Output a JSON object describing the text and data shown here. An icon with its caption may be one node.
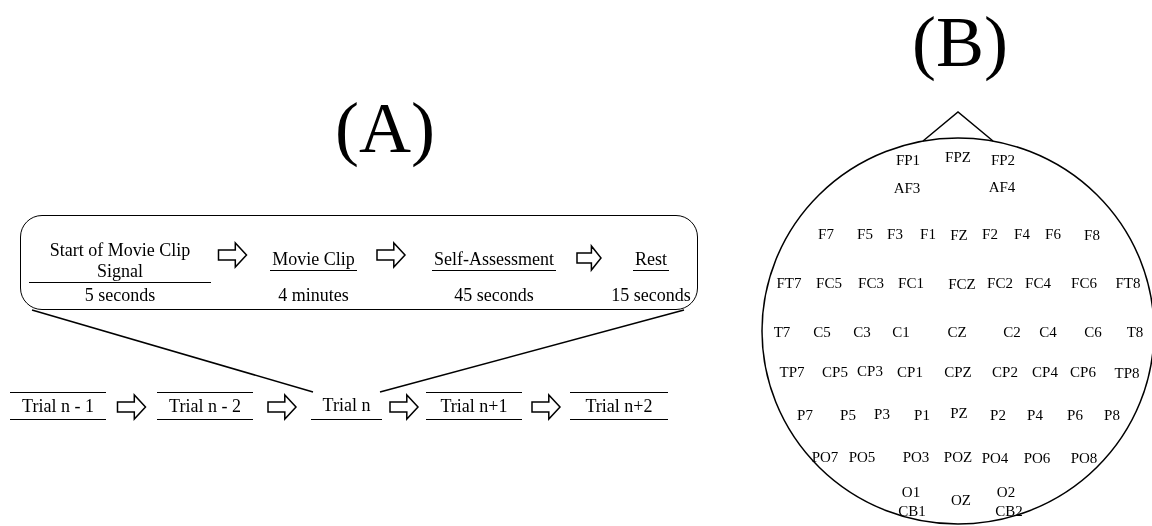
{
  "diagram": {
    "nodes": [
      {
        "text": [],
        "shape": "box"
      },
      {
        "text": [
          "Start of Movie Clip Signal",
          "5 seconds"
        ],
        "in": 0
      },
      {
        "text": [
          "Movie Clip",
          "4 minutes"
        ],
        "in": 0
      },
      {
        "text": [
          "Self-Assessment",
          "45 seconds"
        ],
        "in": 0
      },
      {
        "text": [
          "Rest",
          "15 seconds"
        ],
        "in": 0
      },
      {
        "text": [
          "Trial n - 1"
        ]
      },
      {
        "text": [
          "Trial n - 2"
        ]
      },
      {
        "text": [
          "Trial n"
        ]
      },
      {
        "text": [
          "Trial n+1"
        ]
      },
      {
        "text": [
          "Trial n+2"
        ]
      }
    ],
    "edges": [
      {
        "from": 1,
        "to": 2,
        "arrow": "to"
      },
      {
        "from": 2,
        "to": 3,
        "arrow": "to"
      },
      {
        "from": 3,
        "to": 4,
        "arrow": "to"
      },
      {
        "from": 5,
        "to": 6,
        "arrow": "to"
      },
      {
        "from": 6,
        "to": 7,
        "arrow": "to"
      },
      {
        "from": 7,
        "to": 8,
        "arrow": "to"
      },
      {
        "from": 8,
        "to": 9,
        "arrow": "to"
      },
      {
        "from": 0,
        "to": 7,
        "arrow": "none"
      },
      {
        "from": 0,
        "to": 7,
        "arrow": "none"
      }
    ],
    "labels": [
      "(A)",
      "(B)",
      "FP1",
      "FPZ",
      "FP2",
      "AF3",
      "AF4",
      "F7",
      "F5",
      "F3",
      "F1",
      "FZ",
      "F2",
      "F4",
      "F6",
      "F8",
      "FT7",
      "FC5",
      "FC3",
      "FC1",
      "FCZ",
      "FC2",
      "FC4",
      "FC6",
      "FT8",
      "T7",
      "C5",
      "C3",
      "C1",
      "CZ",
      "C2",
      "C4",
      "C6",
      "T8",
      "TP7",
      "CP5",
      "CP3",
      "CP1",
      "CPZ",
      "CP2",
      "CP4",
      "CP6",
      "TP8",
      "P7",
      "P5",
      "P3",
      "P1",
      "PZ",
      "P2",
      "P4",
      "P6",
      "P8",
      "PO7",
      "PO5",
      "PO3",
      "POZ",
      "PO4",
      "PO6",
      "PO8",
      "O1",
      "OZ",
      "O2",
      "CB1",
      "CB2"
    ]
  }
}
